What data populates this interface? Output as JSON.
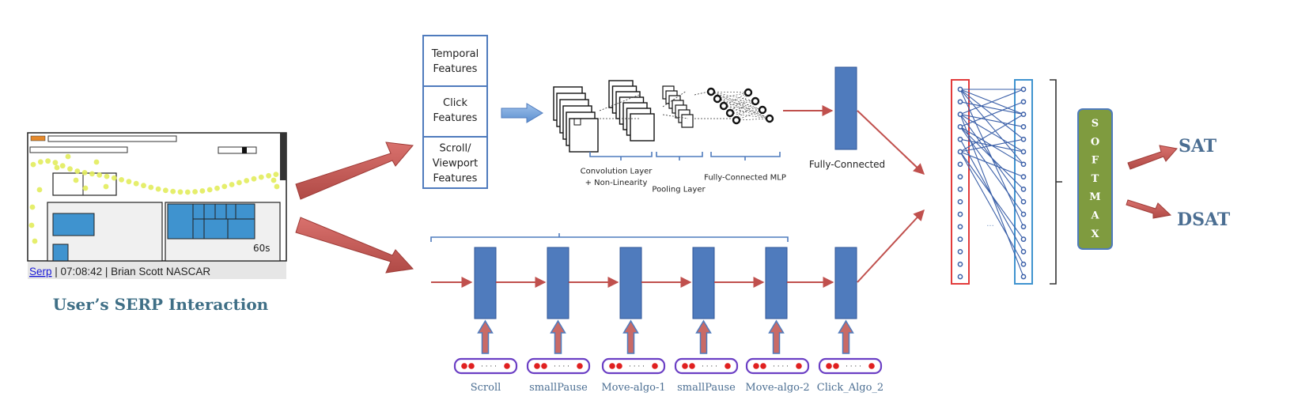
{
  "serp": {
    "link_text": "Serp",
    "info_text": " | 07:08:42 | Brian Scott NASCAR",
    "time_marker": "60s",
    "caption": "User’s SERP Interaction"
  },
  "features": {
    "items": [
      "Temporal\nFeatures",
      "Click\nFeatures",
      "Scroll/\nViewport\nFeatures"
    ]
  },
  "cnn": {
    "labels": [
      "Convolution Layer\n+ Non-Linearity",
      "Pooling  Layer",
      "Fully-Connected MLP"
    ],
    "fc_label": "Fully-Connected"
  },
  "rnn": {
    "inputs": [
      "Scroll",
      "smallPause",
      "Move-algo-1",
      "smallPause",
      "Move-algo-2",
      "Click_Algo_2"
    ],
    "dots_text": "· · · ·"
  },
  "dense": {
    "ellipsis": "..."
  },
  "softmax": {
    "letters": [
      "S",
      "O",
      "F",
      "T",
      "M",
      "A",
      "X"
    ]
  },
  "outputs": [
    "SAT",
    "DSAT"
  ],
  "colors": {
    "accent_blue": "#4f7bbd",
    "arrow_red": "#c0504d",
    "softmax_green": "#7f9b3f",
    "caption_teal": "#3f6f86",
    "input_purple": "#6b3fc4",
    "dot_red": "#e02020"
  }
}
